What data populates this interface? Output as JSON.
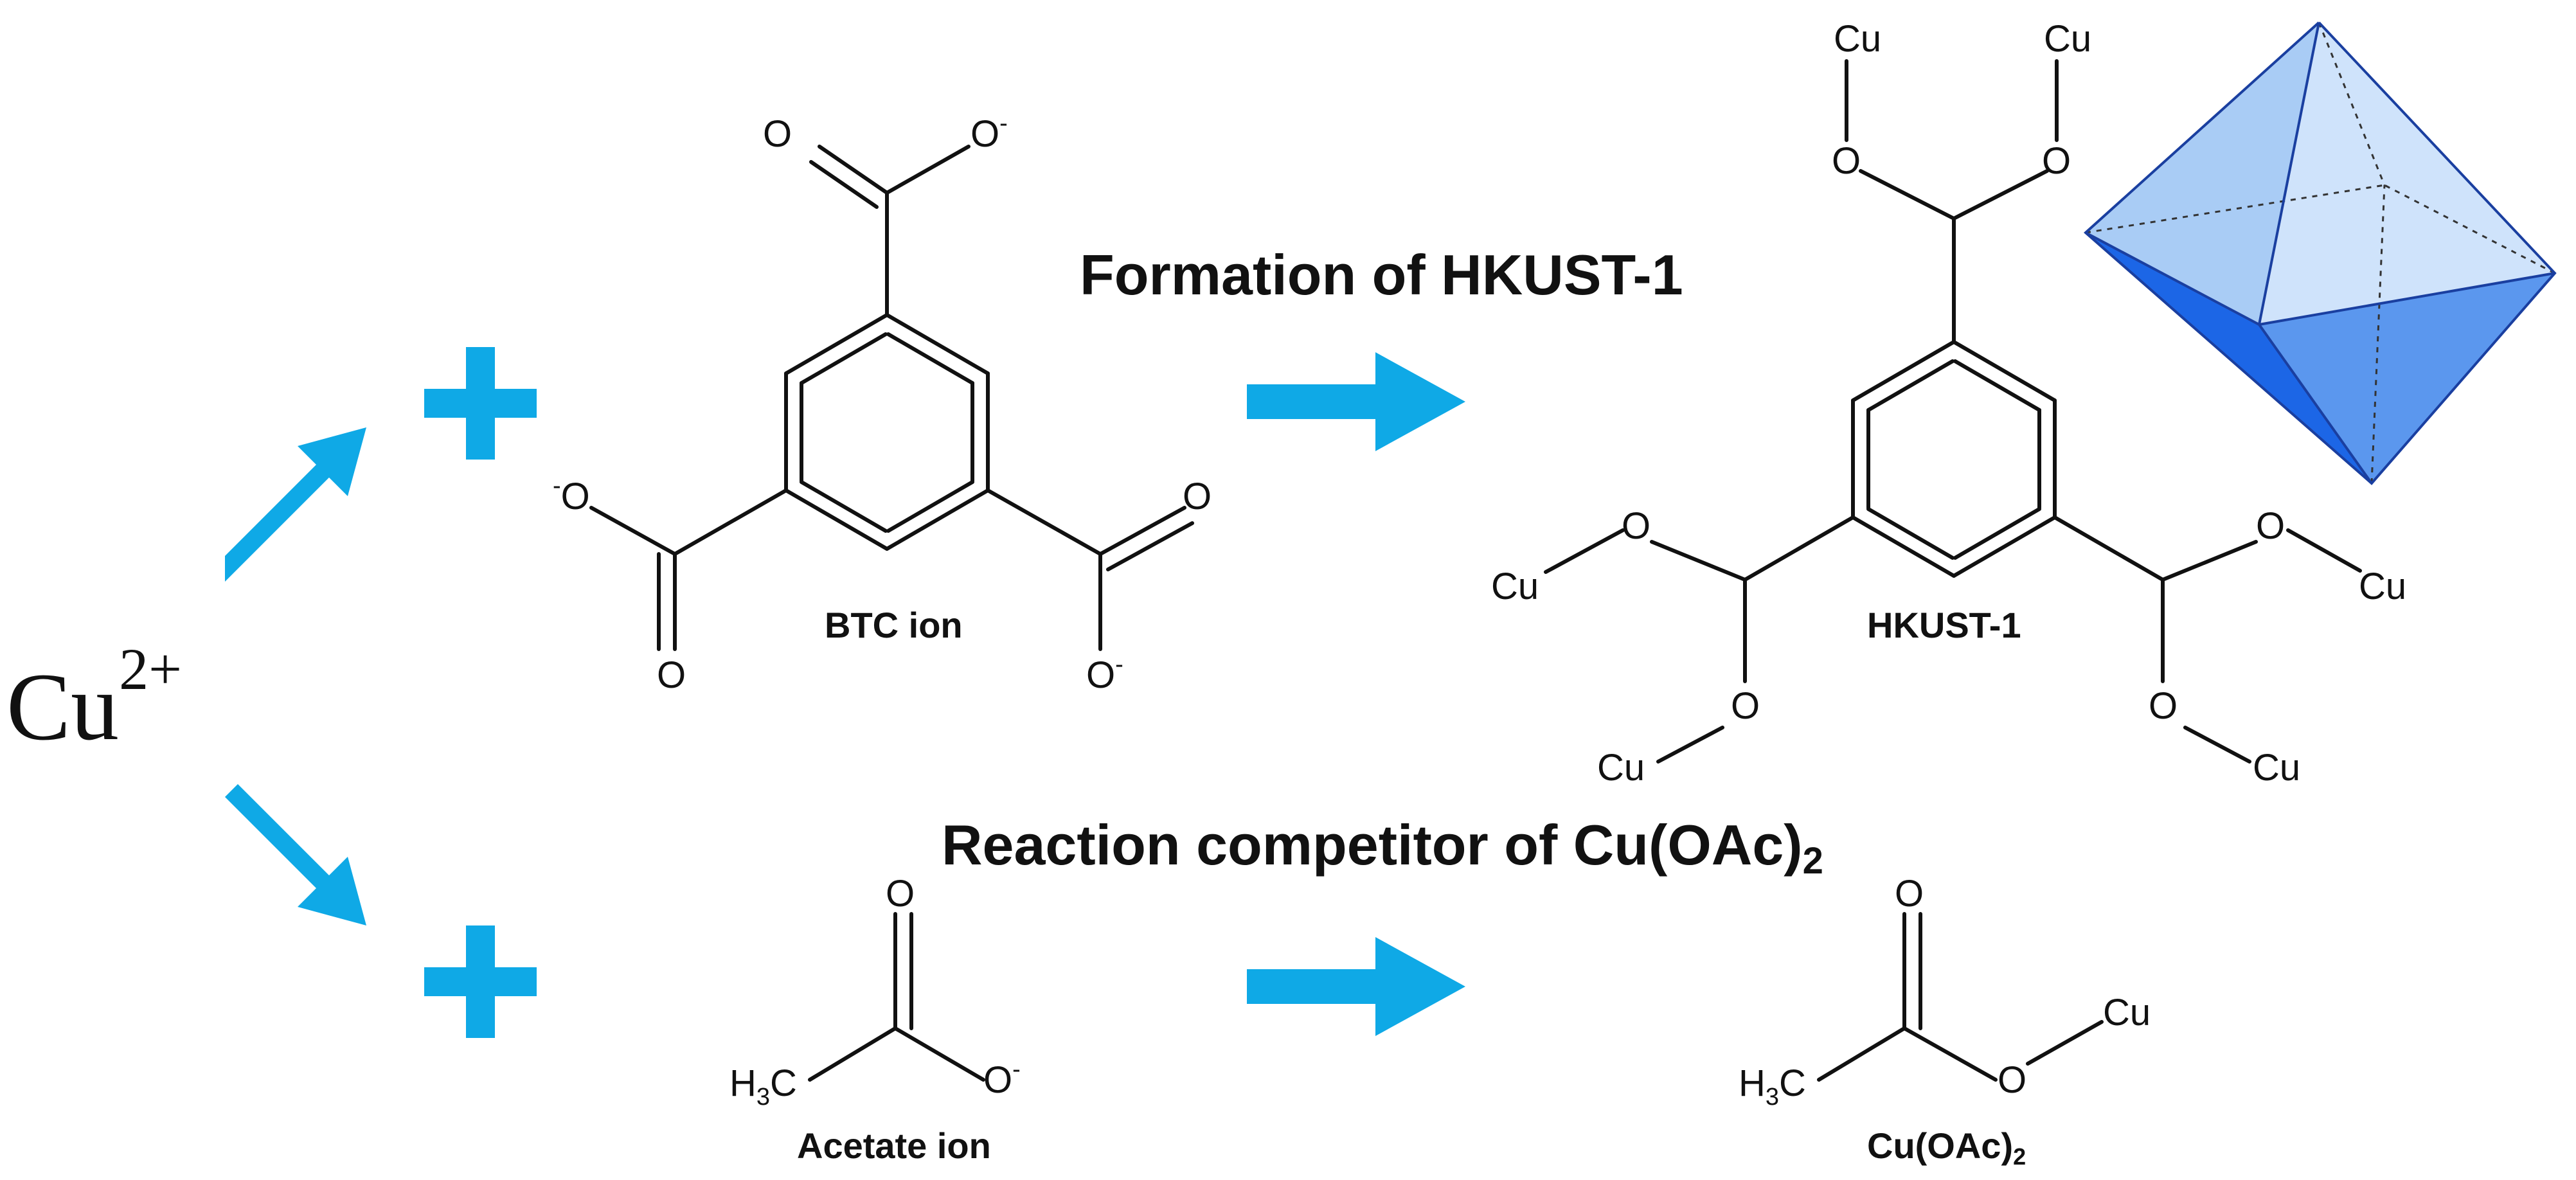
{
  "reactant": {
    "symbol": "Cu",
    "charge": "2+"
  },
  "reactions": [
    {
      "heading": "Formation of HKUST-1",
      "ligand": {
        "caption": "BTC ion"
      },
      "product": {
        "caption": "HKUST-1"
      }
    },
    {
      "heading_text": "Reaction competitor of Cu(OAc)",
      "heading_subscript": "2",
      "ligand": {
        "caption": "Acetate ion"
      },
      "product": {
        "caption_text": "Cu(OAc)",
        "caption_subscript": "2"
      }
    }
  ],
  "atoms": {
    "oxygen": "O",
    "copper": "Cu",
    "negative_charge": "-",
    "methyl_h": "H",
    "methyl_sub": "3",
    "methyl_c": "C"
  },
  "colors": {
    "arrow": "#0fa9e6",
    "plus": "#0fa9e6",
    "octahedron_light": "#a9ccf5",
    "octahedron_lighter": "#cfe3fb",
    "octahedron_mid": "#5b97ee",
    "octahedron_dark": "#1c66e6",
    "octahedron_edge": "#1a3fa0"
  },
  "icons": [
    "arrow-up-right-icon",
    "arrow-down-right-icon",
    "plus-icon",
    "arrow-right-icon",
    "octahedron-icon"
  ]
}
